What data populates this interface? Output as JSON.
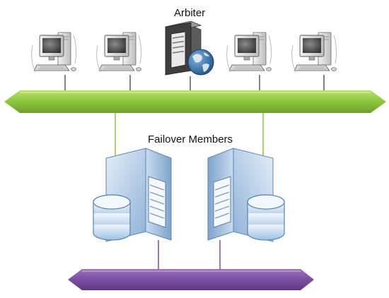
{
  "labels": {
    "arbiter": "Arbiter",
    "failover_members": "Failover Members"
  },
  "colors": {
    "network_bar": "#8dc63f",
    "network_bar_dark": "#6e9f2a",
    "storage_bar": "#7b4ea0",
    "storage_bar_dark": "#5e3a80",
    "connector_green": "#8dc63f",
    "connector_purple": "#7b4ea0",
    "server_blue": "#a9c6e6",
    "database_blue": "#b9d3ef",
    "globe_blue": "#2a69a8"
  },
  "nodes": [
    {
      "name": "client-workstation",
      "icon": "workstation-icon"
    },
    {
      "name": "client-workstation",
      "icon": "workstation-icon"
    },
    {
      "name": "arbiter-server",
      "icon": "web-server-icon"
    },
    {
      "name": "client-workstation",
      "icon": "workstation-icon"
    },
    {
      "name": "client-workstation",
      "icon": "workstation-icon"
    },
    {
      "name": "failover-member-left",
      "icon": "database-server-icon"
    },
    {
      "name": "failover-member-right",
      "icon": "database-server-icon"
    }
  ]
}
